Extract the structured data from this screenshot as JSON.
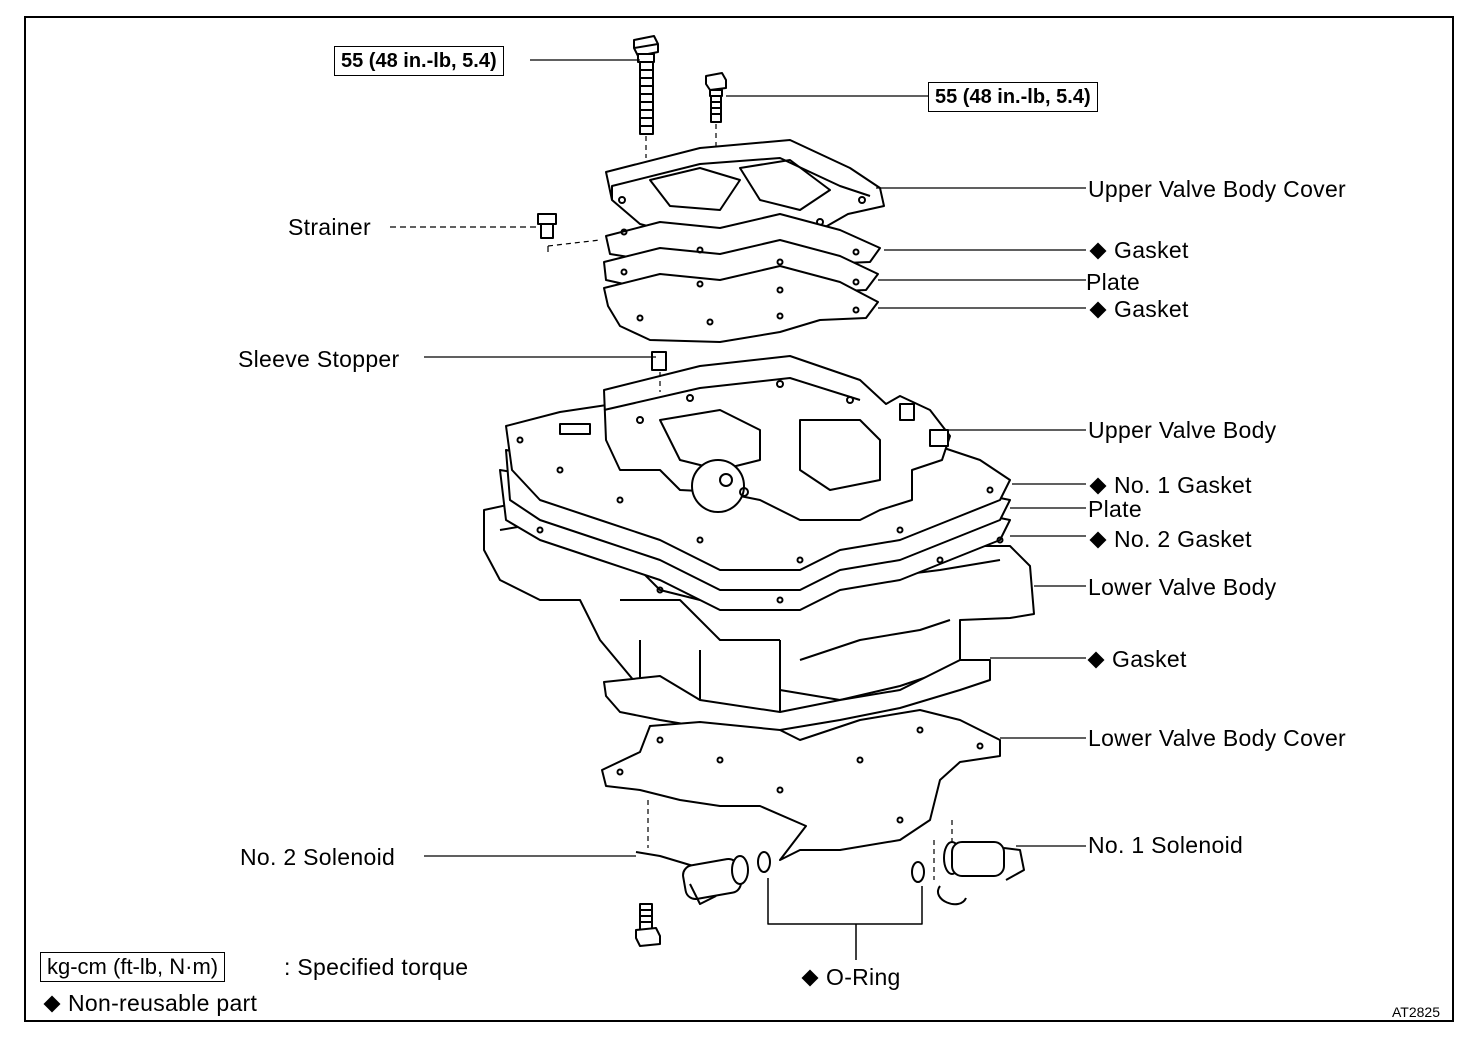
{
  "torque_callouts": {
    "top_left": "55 (48 in.-lb, 5.4)",
    "top_right": "55 (48 in.-lb, 5.4)"
  },
  "labels": {
    "upper_valve_body_cover": "Upper Valve Body Cover",
    "gasket_1": "Gasket",
    "plate_1": "Plate",
    "gasket_2": "Gasket",
    "strainer": "Strainer",
    "sleeve_stopper": "Sleeve Stopper",
    "upper_valve_body": "Upper Valve Body",
    "no1_gasket": "No. 1  Gasket",
    "plate_2": "Plate",
    "no2_gasket": "No. 2  Gasket",
    "lower_valve_body": "Lower Valve Body",
    "gasket_3": "Gasket",
    "lower_valve_body_cover": "Lower Valve Body Cover",
    "no2_solenoid": "No. 2  Solenoid",
    "no1_solenoid": "No. 1  Solenoid",
    "o_ring": "O-Ring"
  },
  "legend": {
    "torque_unit": "kg-cm (ft-lb, N·m)",
    "torque_desc": ": Specified torque",
    "nonreusable": "Non-reusable part"
  },
  "figure_code": "AT2825"
}
